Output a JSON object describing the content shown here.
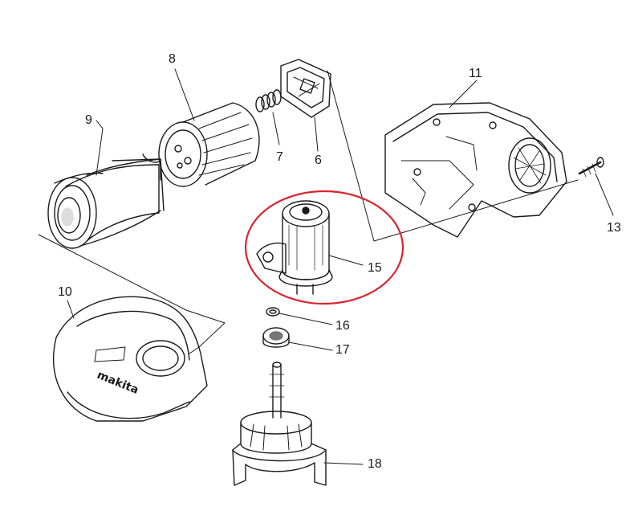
{
  "diagram": {
    "brand_logo": "makita",
    "highlight_color": "#d9232e",
    "line_color": "#1a1a1a",
    "callouts": {
      "c8": "8",
      "c9": "9",
      "c7": "7",
      "c6": "6",
      "c11": "11",
      "c13": "13",
      "c15": "15",
      "c10": "10",
      "c16": "16",
      "c17": "17",
      "c18": "18"
    },
    "highlighted_part": "15"
  }
}
